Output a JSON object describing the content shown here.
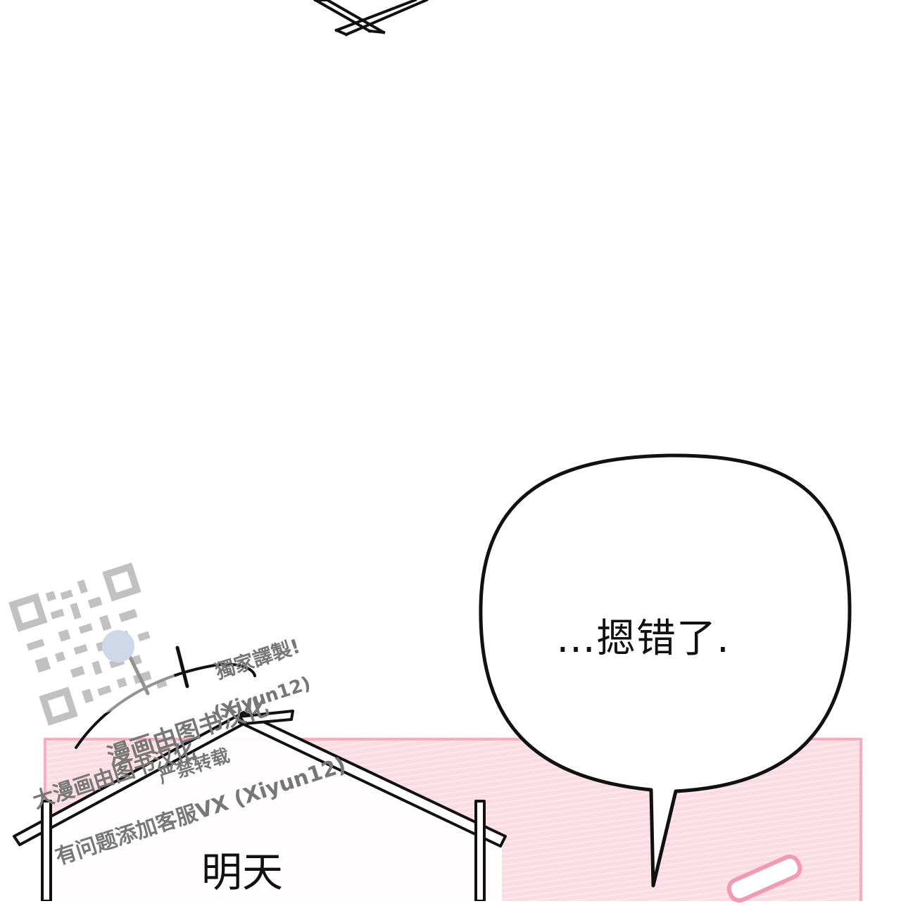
{
  "speech_bubble": {
    "text": "…摁错了."
  },
  "house_sign": {
    "text": "明天"
  },
  "watermark": {
    "line1": "獨家譯製!",
    "line2": "(Xiyun12)",
    "line3": "漫画由图书汉化",
    "line4": "严禁转载",
    "line5": "大漫画由图书汉化",
    "line6": "有问题添加客服VX (Xiyun12)"
  },
  "colors": {
    "panel_pink": "#fbdce2",
    "panel_border": "#f6aebd",
    "bubble_stroke": "#111111",
    "accent_pink": "#f39ab2"
  }
}
